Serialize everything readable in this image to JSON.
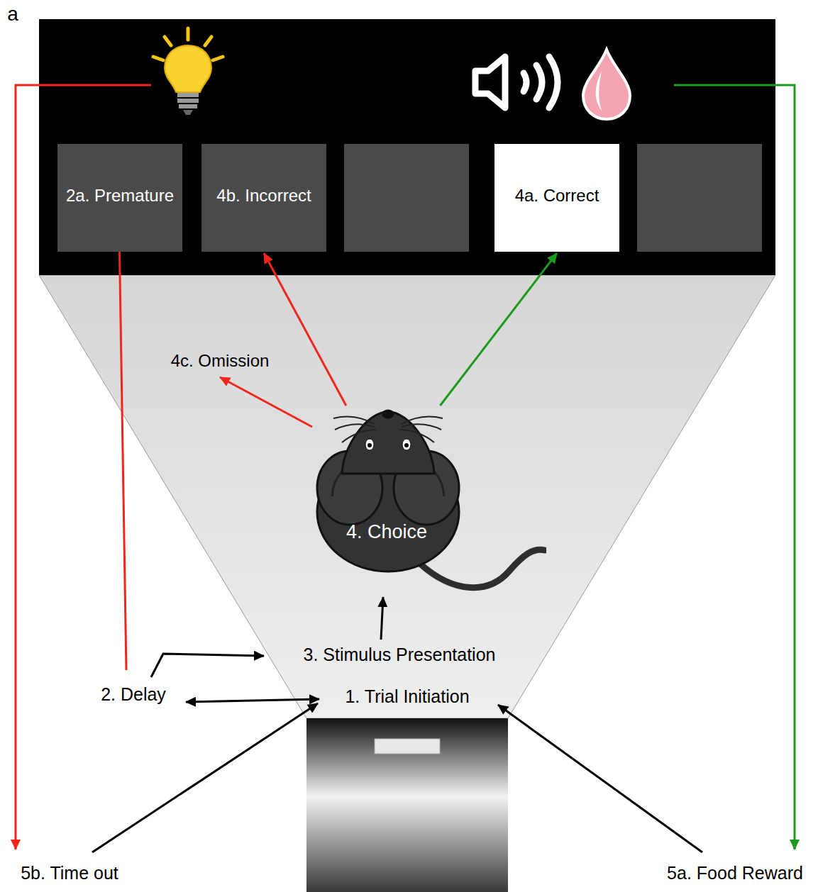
{
  "diagram": {
    "nodes": [
      {
        "text": [
          "2a. Premature"
        ]
      },
      {
        "text": [
          "4b. Incorrect"
        ]
      },
      {
        "text": [
          "4a. Correct"
        ]
      },
      {
        "text": [
          "4. Choice"
        ]
      }
    ],
    "edges": [
      {
        "from": 3,
        "to": 1,
        "arrow": "to"
      },
      {
        "from": 3,
        "to": 2,
        "arrow": "to"
      }
    ],
    "labels": [
      "a",
      "4c. Omission",
      "3. Stimulus Presentation",
      "2. Delay",
      "1. Trial Initiation",
      "5b. Time out",
      "5a. Food Reward"
    ]
  }
}
